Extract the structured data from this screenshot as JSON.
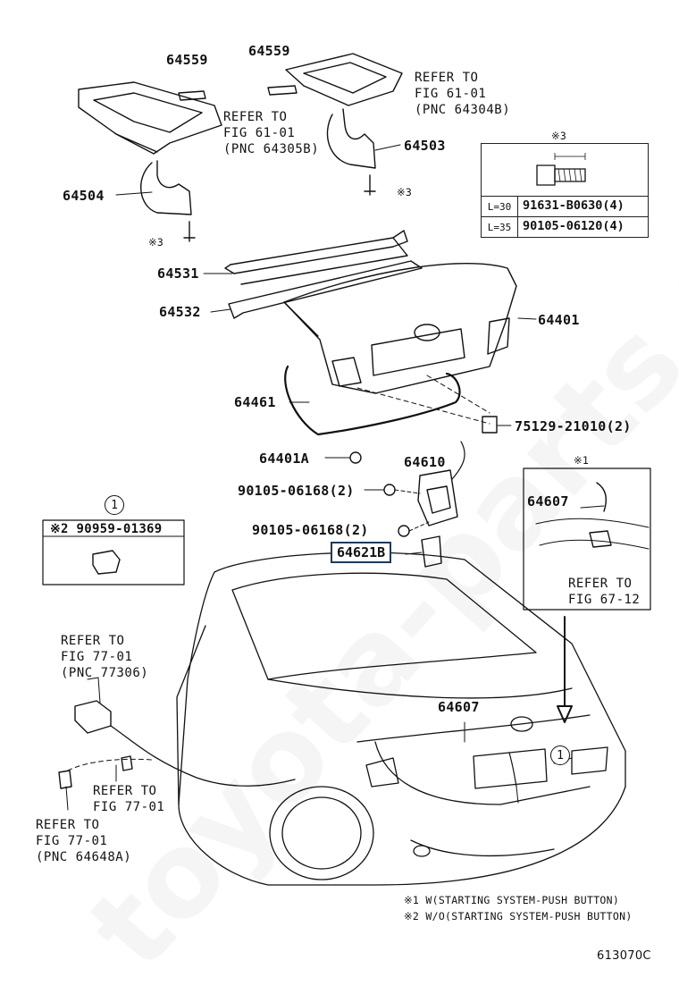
{
  "labels": {
    "p64559_left": "64559",
    "p64559_top": "64559",
    "p64503": "64503",
    "p64504": "64504",
    "p64531": "64531",
    "p64532": "64532",
    "p64401": "64401",
    "p64461": "64461",
    "p75129": "75129-21010(2)",
    "p64401A": "64401A",
    "p64610": "64610",
    "p90105_a": "90105-06168(2)",
    "p90105_b": "90105-06168(2)",
    "p64621B": "64621B",
    "p64607_top": "64607",
    "p64607_car": "64607",
    "mark3_a": "※3",
    "mark3_b": "※3",
    "mark1": "※1",
    "circle1": "1"
  },
  "refs": {
    "ref_top_right": "REFER TO\nFIG 61-01\n(PNC 64304B)",
    "ref_top_left": "REFER TO\nFIG 61-01\n(PNC 64305B)",
    "ref_inset": "REFER TO\nFIG 67-12",
    "ref_77306": "REFER TO\nFIG 77-01\n(PNC 77306)",
    "ref_77": "REFER TO\nFIG 77-01",
    "ref_64648A": "REFER TO\nFIG 77-01\n(PNC 64648A)"
  },
  "bolt_table": {
    "header": "※3",
    "rows": [
      {
        "key": "L=30",
        "value": "91631-B0630(4)"
      },
      {
        "key": "L=35",
        "value": "90105-06120(4)"
      }
    ]
  },
  "callout_box": {
    "number": "1",
    "part": "※2 90959-01369"
  },
  "footnotes": [
    "※1 W(STARTING SYSTEM-PUSH BUTTON)",
    "※2 W/O(STARTING SYSTEM-PUSH BUTTON)"
  ],
  "figure_code": "613070C",
  "watermark": "toyota-parts.ru"
}
